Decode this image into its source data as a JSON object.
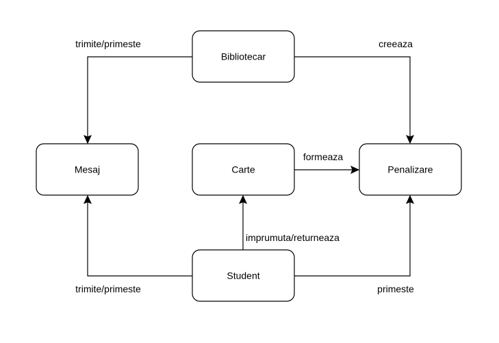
{
  "nodes": {
    "bibliotecar": "Bibliotecar",
    "mesaj": "Mesaj",
    "carte": "Carte",
    "penalizare": "Penalizare",
    "student": "Student"
  },
  "edges": {
    "bibliotecar_mesaj": "trimite/primeste",
    "bibliotecar_penalizare": "creeaza",
    "carte_penalizare": "formeaza",
    "student_carte": "imprumuta/returneaza",
    "student_mesaj": "trimite/primeste",
    "student_penalizare": "primeste"
  }
}
